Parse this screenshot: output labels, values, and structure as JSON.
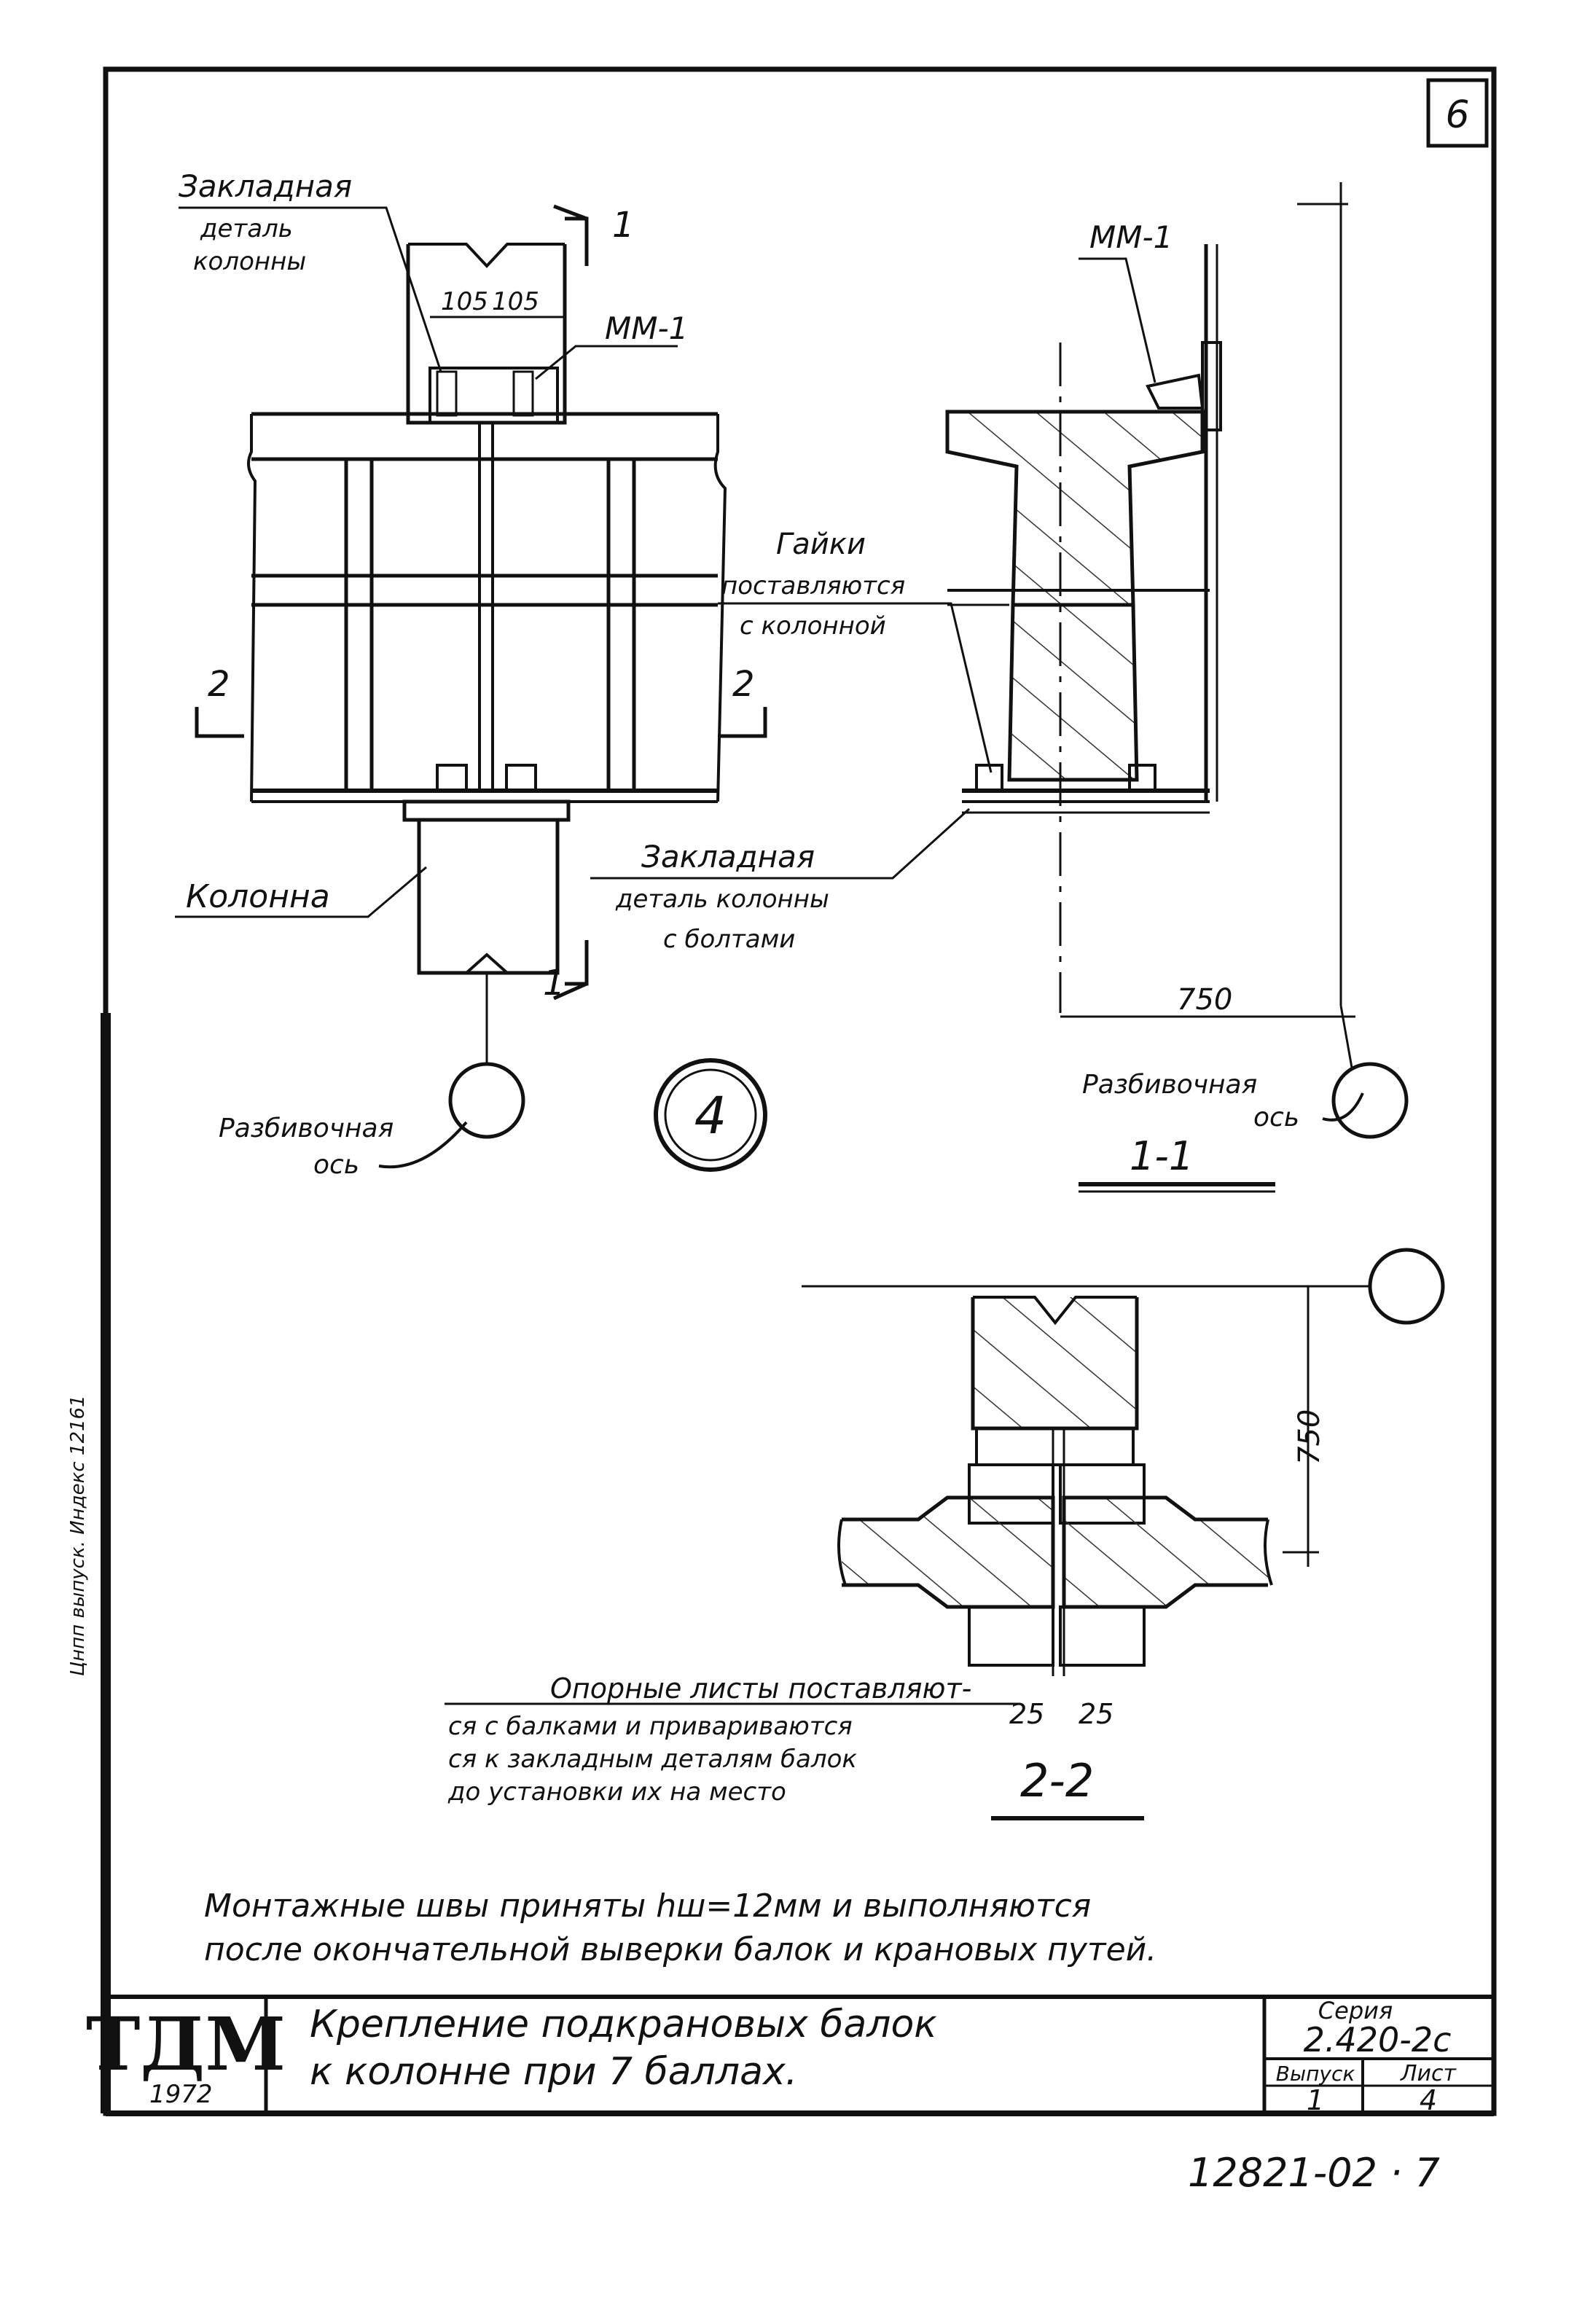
{
  "sheet_corner_number": "6",
  "view_main": {
    "embedded_part_label": [
      "Закладная",
      "деталь",
      "колонны"
    ],
    "dim_left": "105",
    "dim_right": "105",
    "plate_mark": "ММ-1",
    "section_mark_top": "1",
    "section_mark_bottom": "1",
    "section_mark_left": "2",
    "section_mark_right": "2",
    "column_label": "Колонна",
    "axis_label": [
      "Разбивочная",
      "ось"
    ]
  },
  "detail_number": "4",
  "view_section_1": {
    "plate_mark": "ММ-1",
    "nuts_label": [
      "Гайки",
      "поставляются",
      "с колонной"
    ],
    "embedded_part_label": [
      "Закладная",
      "деталь колонны",
      "с болтами"
    ],
    "dim": "750",
    "axis_label": [
      "Разбивочная",
      "ось"
    ],
    "section_title": "1-1"
  },
  "view_section_2": {
    "dim_vertical": "750",
    "dim_left": "25",
    "dim_right": "25",
    "support_note": [
      "Опорные листы поставляют-",
      "ся с балками и привариваются",
      "ся к закладным деталям балок",
      "до установки их на место"
    ],
    "section_title": "2-2"
  },
  "general_note": [
    "Монтажные швы приняты hш=12мм и выполняются",
    "после окончательной выверки балок и крановых путей."
  ],
  "margin_text": "Цнпп выпуск. Индекс  12161",
  "title_block": {
    "logo": "ТДМ",
    "year": "1972",
    "title_line1": "Крепление подкрановых балок",
    "title_line2": "к колонне при 7 баллах.",
    "series_label": "Серия",
    "series_value": "2.420-2с",
    "issue_label": "Выпуск",
    "issue_value": "1",
    "sheet_label": "Лист",
    "sheet_value": "4"
  },
  "document_number": "12821-02 · 7"
}
